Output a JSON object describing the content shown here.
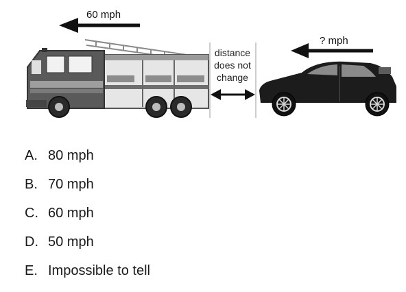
{
  "figure": {
    "truck_speed": "60 mph",
    "car_speed": "? mph",
    "distance_note_lines": [
      "distance",
      "does not",
      "change"
    ]
  },
  "choices": [
    {
      "letter": "A.",
      "text": "80 mph"
    },
    {
      "letter": "B.",
      "text": "70 mph"
    },
    {
      "letter": "C.",
      "text": "60 mph"
    },
    {
      "letter": "D.",
      "text": "50 mph"
    },
    {
      "letter": "E.",
      "text": "Impossible to tell"
    }
  ]
}
